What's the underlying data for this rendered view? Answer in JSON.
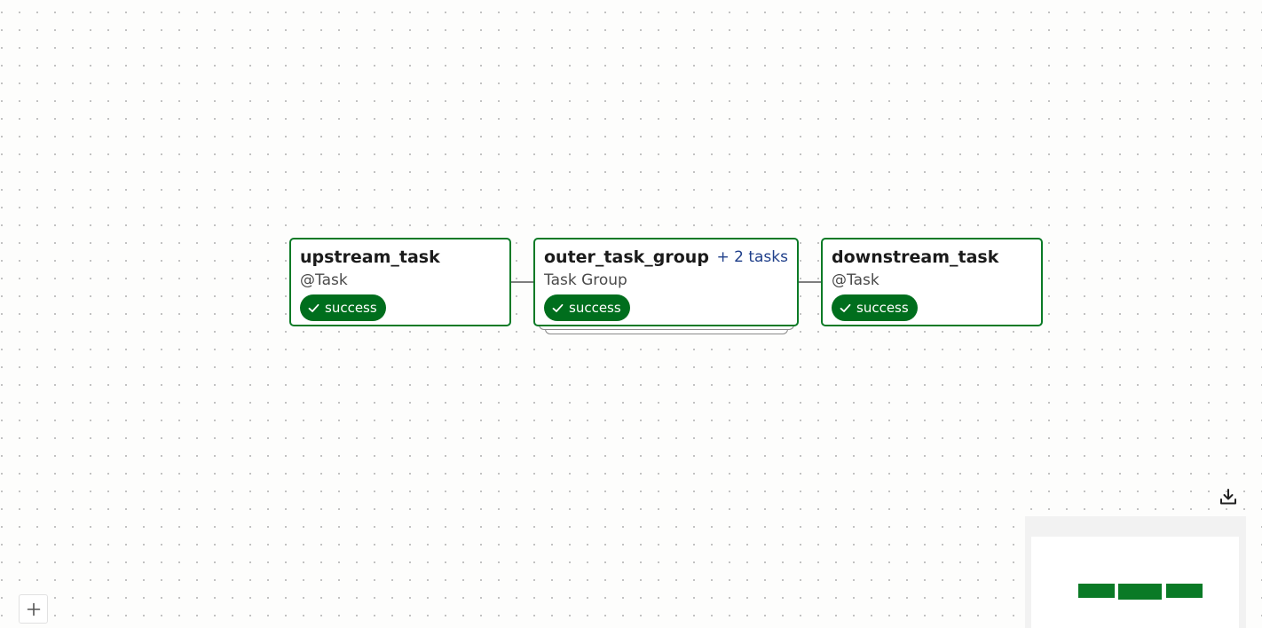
{
  "graph": {
    "nodes": [
      {
        "id": "upstream",
        "title": "upstream_task",
        "subtitle": "@Task",
        "state": "success"
      },
      {
        "id": "group",
        "title": "outer_task_group",
        "subtitle": "Task Group",
        "state": "success",
        "expand_label": "+ 2 tasks"
      },
      {
        "id": "downstream",
        "title": "downstream_task",
        "subtitle": "@Task",
        "state": "success"
      }
    ]
  },
  "controls": {
    "download_icon": "download-icon",
    "zoom_in_icon": "plus-icon"
  },
  "colors": {
    "success": "#006e1d",
    "node_border": "#0a7a26",
    "group_link": "#1f3f8a"
  }
}
